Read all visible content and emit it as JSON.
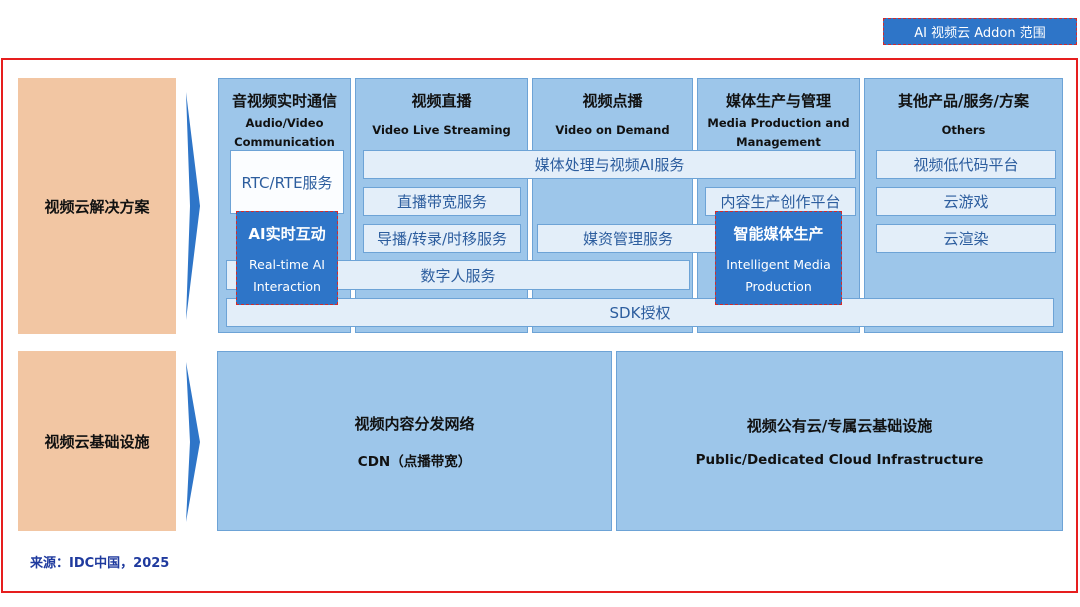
{
  "legend": {
    "label": "AI 视频云 Addon 范围"
  },
  "rows": {
    "solutions": "视频云解决方案",
    "infrastructure": "视频云基础设施"
  },
  "columns": [
    {
      "title": "音视频实时通信",
      "subtitle_line1": "Audio/Video",
      "subtitle_line2": "Communication"
    },
    {
      "title": "视频直播",
      "subtitle_line1": "Video Live Streaming",
      "subtitle_line2": ""
    },
    {
      "title": "视频点播",
      "subtitle_line1": "Video on Demand",
      "subtitle_line2": ""
    },
    {
      "title": "媒体生产与管理",
      "subtitle_line1": "Media Production and",
      "subtitle_line2": "Management"
    },
    {
      "title": "其他产品/服务/方案",
      "subtitle_line1": "Others",
      "subtitle_line2": ""
    }
  ],
  "services": {
    "rtc": "RTC/RTE服务",
    "media_ai": "媒体处理与视频AI服务",
    "live_bandwidth": "直播带宽服务",
    "transcode": "导播/转录/时移服务",
    "asset_mgmt": "媒资管理服务",
    "content_creation": "内容生产创作平台",
    "digital_human": "数字人服务",
    "sdk": "SDK授权",
    "lowcode": "视频低代码平台",
    "cloud_gaming": "云游戏",
    "cloud_render": "云渲染"
  },
  "highlights": {
    "ai_rt": {
      "title": "AI实时互动",
      "line1": "Real-time AI",
      "line2": "Interaction"
    },
    "ai_media": {
      "title": "智能媒体生产",
      "line1": "Intelligent Media",
      "line2": "Production"
    }
  },
  "infra": {
    "cdn": {
      "title": "视频内容分发网络",
      "subtitle": "CDN（点播带宽）"
    },
    "cloud": {
      "title": "视频公有云/专属云基础设施",
      "subtitle": "Public/Dedicated Cloud Infrastructure"
    }
  },
  "source": "来源：IDC中国，2025",
  "colors": {
    "highlight": "#2e75c8",
    "frame": "#e61e1e",
    "label_bg": "#f2c6a3",
    "column_bg": "#9dc6ea",
    "box_bg": "#e3eef9"
  }
}
